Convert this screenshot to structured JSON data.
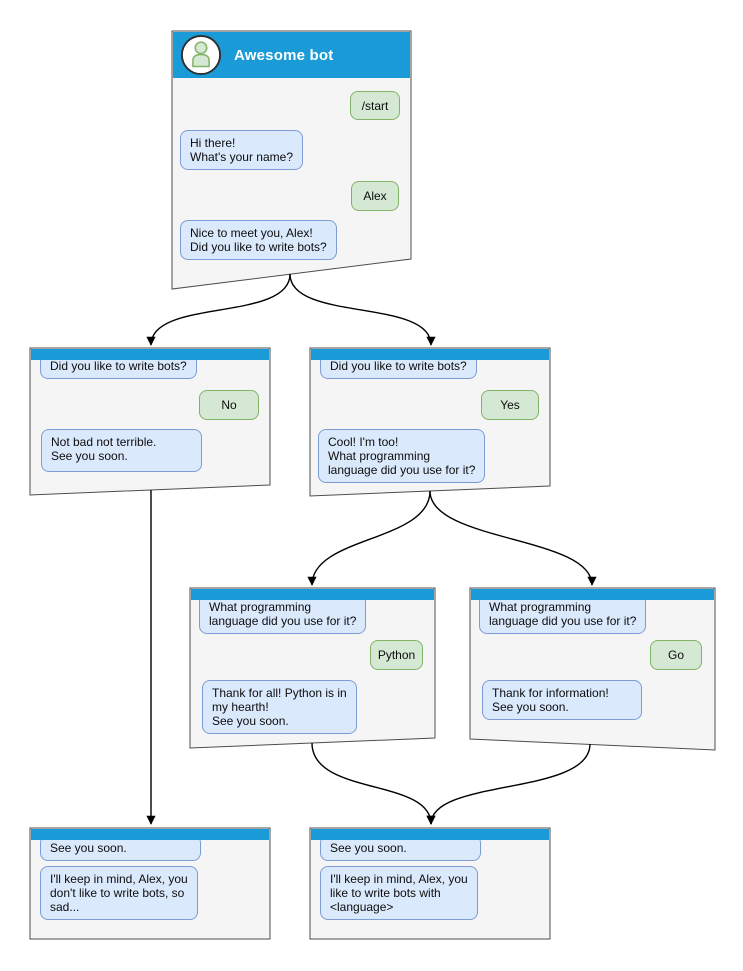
{
  "app": {
    "canvas_label": "chat bot dialog flow diagram"
  },
  "flow": {
    "root": {
      "title": "Awesome bot",
      "avatar_icon": "person-icon",
      "messages": {
        "start_command": "/start",
        "greeting": "Hi there!\nWhat's your name?",
        "name_answer": "Alex",
        "question": "Nice to meet you, Alex!\nDid you like to write bots?"
      }
    },
    "branch_no": {
      "question": "Did you like to write bots?",
      "answer": "No",
      "reply": "Not bad not terrible.\nSee you soon."
    },
    "branch_yes": {
      "question": "Did you like to write bots?",
      "answer": "Yes",
      "reply": "Cool! I'm too!\nWhat programming\nlanguage did you use for it?"
    },
    "branch_python": {
      "question": "What programming\nlanguage did you use for it?",
      "answer": "Python",
      "reply": "Thank for all! Python is in\nmy hearth!\nSee you soon."
    },
    "branch_go": {
      "question": "What programming\nlanguage did you use for it?",
      "answer": "Go",
      "reply": "Thank for information!\nSee you soon."
    },
    "end_no": {
      "question": "See you soon.",
      "reply": "I'll keep in mind, Alex, you\ndon't like to write bots, so\nsad..."
    },
    "end_yes": {
      "question": "See you soon.",
      "reply": "I'll keep in mind, Alex, you\nlike to write bots with\n<language>"
    }
  },
  "colors": {
    "header_blue": "#1a9bd8",
    "panel_bg": "#f5f5f5",
    "panel_border": "#4d4d4d",
    "bot_bubble_bg": "#dbe9fc",
    "bot_bubble_border": "#7e9cd4",
    "user_bubble_bg": "#d5e8d4",
    "user_bubble_border": "#82b366",
    "edge_black": "#000000"
  }
}
